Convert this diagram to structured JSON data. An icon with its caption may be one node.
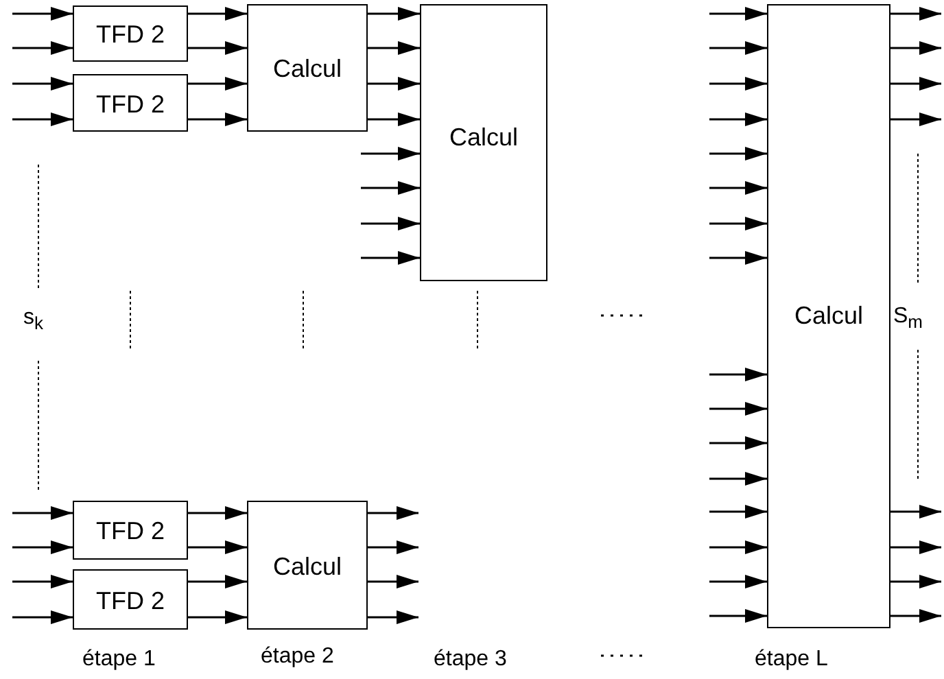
{
  "diagram": {
    "nodes": [
      {
        "text": [
          "TFD 2"
        ]
      },
      {
        "text": [
          "TFD 2"
        ]
      },
      {
        "text": [
          "Calcul"
        ]
      },
      {
        "text": [
          "Calcul"
        ]
      },
      {
        "text": [
          "Calcul"
        ]
      },
      {
        "text": [
          "TFD 2"
        ]
      },
      {
        "text": [
          "TFD 2"
        ]
      },
      {
        "text": [
          "Calcul"
        ]
      }
    ],
    "edges": [
      {
        "from": null,
        "to": 0,
        "arrow": "to"
      },
      {
        "from": null,
        "to": 0,
        "arrow": "to"
      },
      {
        "from": null,
        "to": 1,
        "arrow": "to"
      },
      {
        "from": null,
        "to": 1,
        "arrow": "to"
      },
      {
        "from": 0,
        "to": 2,
        "arrow": "to"
      },
      {
        "from": 0,
        "to": 2,
        "arrow": "to"
      },
      {
        "from": 1,
        "to": 2,
        "arrow": "to"
      },
      {
        "from": 1,
        "to": 2,
        "arrow": "to"
      },
      {
        "from": 2,
        "to": 3,
        "arrow": "to"
      },
      {
        "from": 2,
        "to": 3,
        "arrow": "to"
      },
      {
        "from": 2,
        "to": 3,
        "arrow": "to"
      },
      {
        "from": 2,
        "to": 3,
        "arrow": "to"
      },
      {
        "from": null,
        "to": 3,
        "arrow": "to"
      },
      {
        "from": null,
        "to": 3,
        "arrow": "to"
      },
      {
        "from": null,
        "to": 3,
        "arrow": "to"
      },
      {
        "from": null,
        "to": 3,
        "arrow": "to"
      },
      {
        "from": null,
        "to": 4,
        "arrow": "to"
      },
      {
        "from": null,
        "to": 4,
        "arrow": "to"
      },
      {
        "from": null,
        "to": 4,
        "arrow": "to"
      },
      {
        "from": null,
        "to": 4,
        "arrow": "to"
      },
      {
        "from": null,
        "to": 4,
        "arrow": "to"
      },
      {
        "from": null,
        "to": 4,
        "arrow": "to"
      },
      {
        "from": null,
        "to": 4,
        "arrow": "to"
      },
      {
        "from": null,
        "to": 4,
        "arrow": "to"
      },
      {
        "from": null,
        "to": 4,
        "arrow": "to"
      },
      {
        "from": null,
        "to": 4,
        "arrow": "to"
      },
      {
        "from": null,
        "to": 4,
        "arrow": "to"
      },
      {
        "from": null,
        "to": 4,
        "arrow": "to"
      },
      {
        "from": null,
        "to": 4,
        "arrow": "to"
      },
      {
        "from": null,
        "to": 4,
        "arrow": "to"
      },
      {
        "from": null,
        "to": 4,
        "arrow": "to"
      },
      {
        "from": null,
        "to": 4,
        "arrow": "to"
      },
      {
        "from": 4,
        "to": null,
        "arrow": "to"
      },
      {
        "from": 4,
        "to": null,
        "arrow": "to"
      },
      {
        "from": 4,
        "to": null,
        "arrow": "to"
      },
      {
        "from": 4,
        "to": null,
        "arrow": "to"
      },
      {
        "from": 4,
        "to": null,
        "arrow": "to"
      },
      {
        "from": 4,
        "to": null,
        "arrow": "to"
      },
      {
        "from": 4,
        "to": null,
        "arrow": "to"
      },
      {
        "from": 4,
        "to": null,
        "arrow": "to"
      },
      {
        "from": null,
        "to": 5,
        "arrow": "to"
      },
      {
        "from": null,
        "to": 5,
        "arrow": "to"
      },
      {
        "from": null,
        "to": 6,
        "arrow": "to"
      },
      {
        "from": null,
        "to": 6,
        "arrow": "to"
      },
      {
        "from": 5,
        "to": 7,
        "arrow": "to"
      },
      {
        "from": 5,
        "to": 7,
        "arrow": "to"
      },
      {
        "from": 6,
        "to": 7,
        "arrow": "to"
      },
      {
        "from": 6,
        "to": 7,
        "arrow": "to"
      },
      {
        "from": 7,
        "to": null,
        "arrow": "to"
      },
      {
        "from": 7,
        "to": null,
        "arrow": "to"
      },
      {
        "from": 7,
        "to": null,
        "arrow": "to"
      },
      {
        "from": 7,
        "to": null,
        "arrow": "to"
      }
    ],
    "labels": [
      "s$_{k}$",
      "S$_{m}$",
      "étape 1",
      "étape 2",
      "étape 3",
      "étape L"
    ]
  }
}
